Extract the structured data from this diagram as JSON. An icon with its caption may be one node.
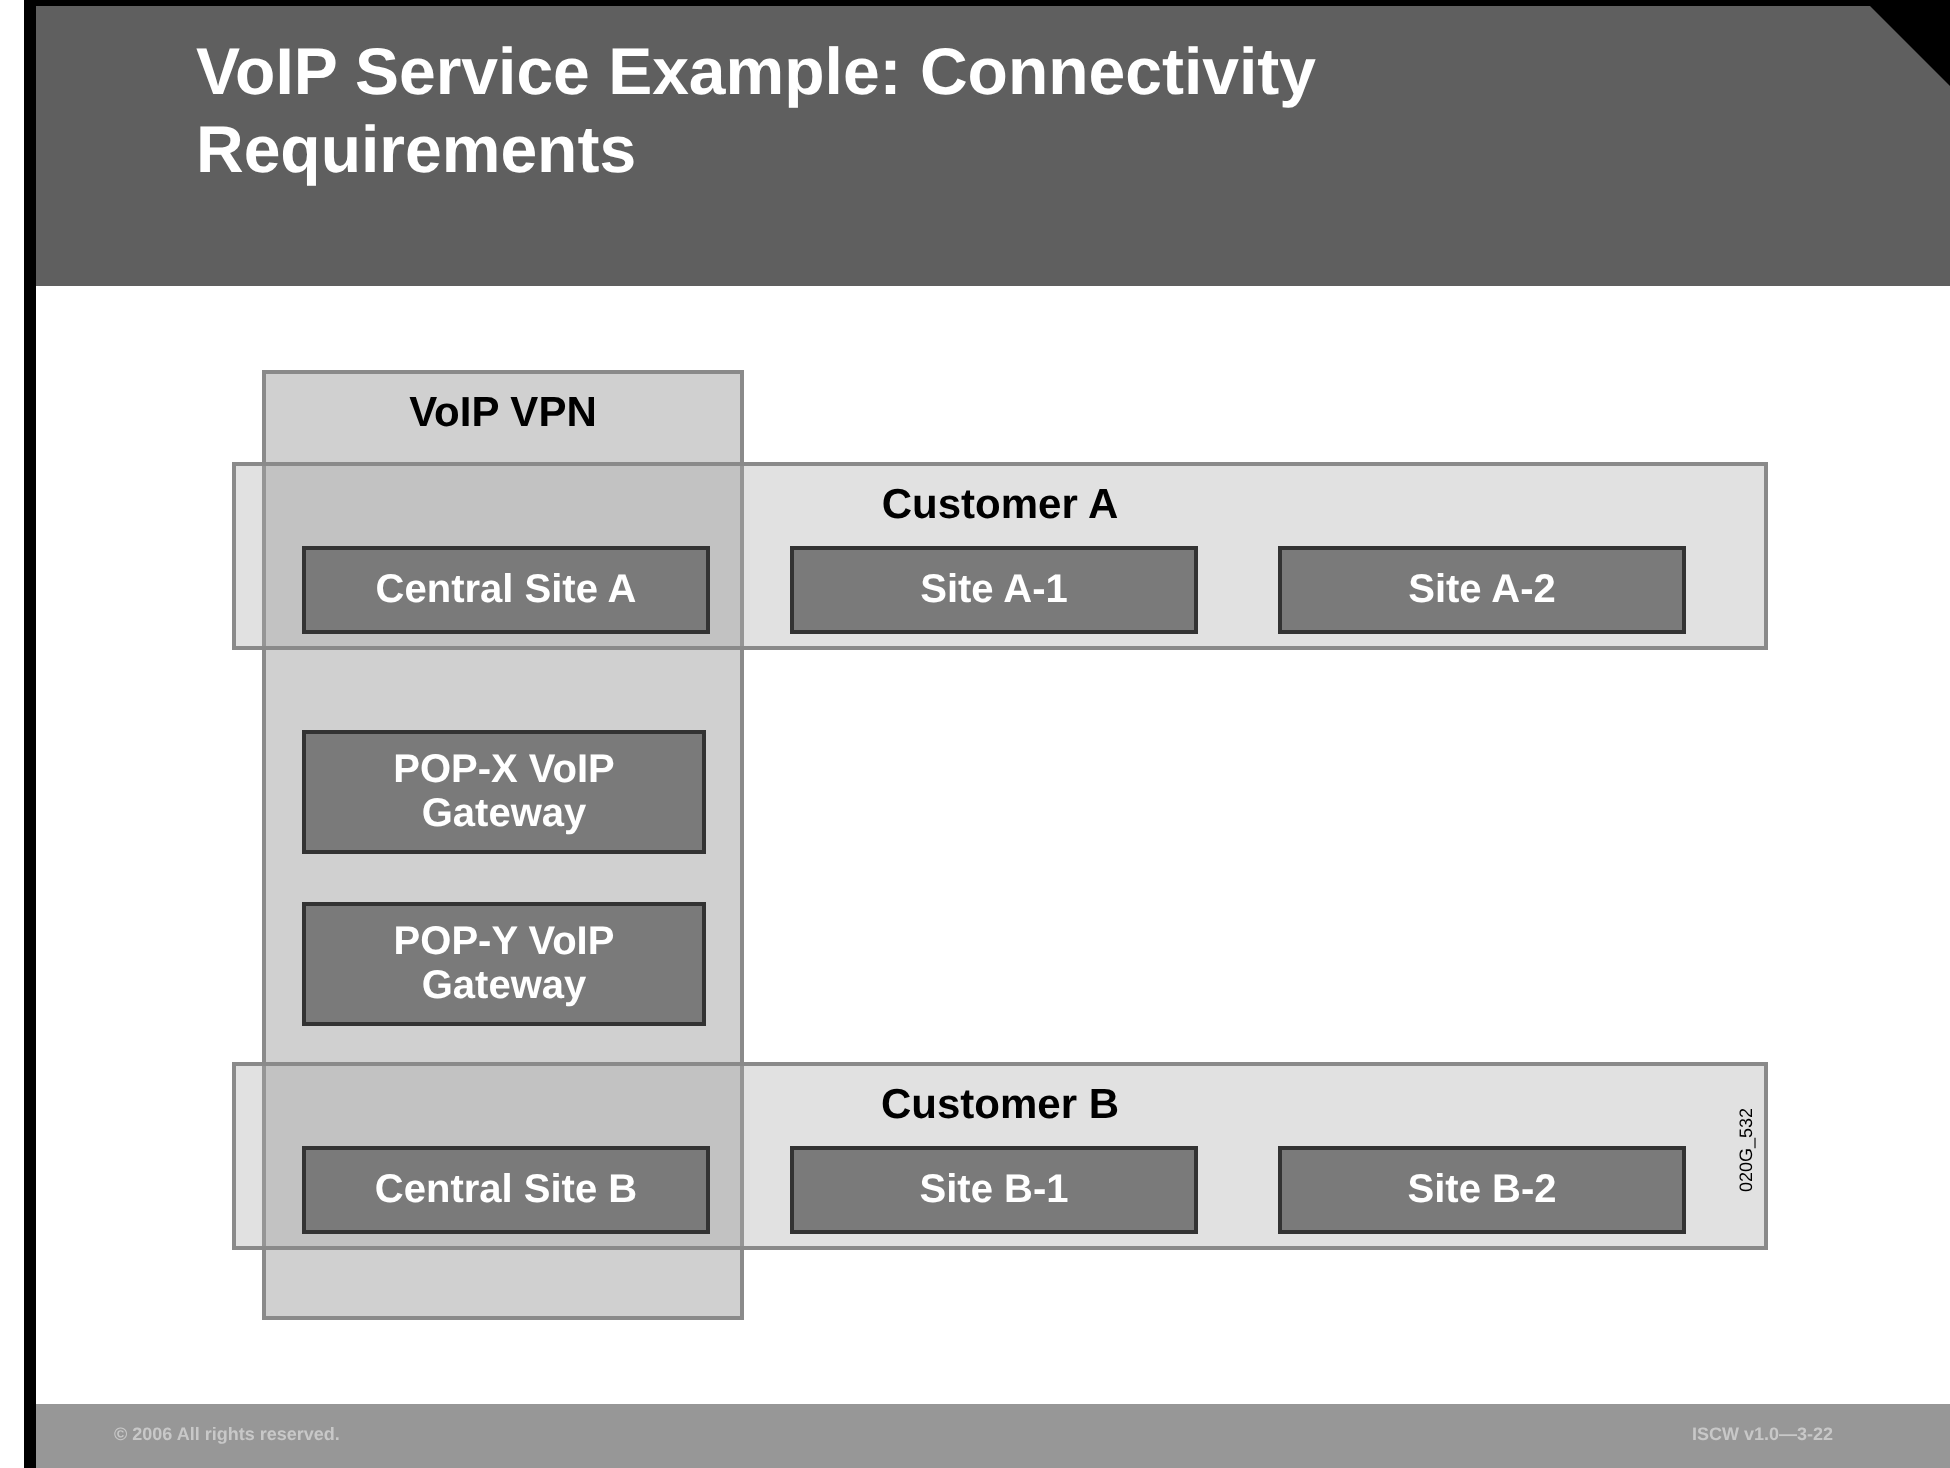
{
  "diagram": {
    "title": "VoIP Service Example: Connectivity Requirements",
    "nodes": [
      {
        "text": [
          "VoIP VPN"
        ]
      },
      {
        "text": [
          "Customer A"
        ]
      },
      {
        "text": [
          "Central Site A"
        ]
      },
      {
        "text": [
          "Site A-1"
        ],
        "in": 1
      },
      {
        "text": [
          "Site A-2"
        ],
        "in": 1
      },
      {
        "text": [
          "POP-X VoIP Gateway"
        ],
        "in": 0
      },
      {
        "text": [
          "POP-Y VoIP Gateway"
        ],
        "in": 0
      },
      {
        "text": [
          "Customer B"
        ]
      },
      {
        "text": [
          "Central Site B"
        ]
      },
      {
        "text": [
          "Site B-1"
        ],
        "in": 7
      },
      {
        "text": [
          "Site B-2"
        ],
        "in": 7
      }
    ],
    "labels": [
      "020G_532",
      "© 2006 All rights reserved.",
      "ISCW v1.0—3-22"
    ]
  }
}
